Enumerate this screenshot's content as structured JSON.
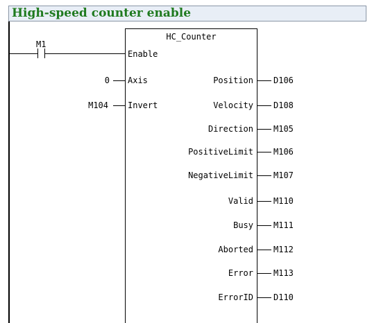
{
  "rung": {
    "comment": "High-speed counter enable"
  },
  "contact": {
    "address": "M1"
  },
  "block": {
    "name": "HC_Counter",
    "inputs": [
      {
        "pin": "Enable",
        "variable": ""
      },
      {
        "pin": "Axis",
        "variable": "0"
      },
      {
        "pin": "Invert",
        "variable": "M104"
      }
    ],
    "outputs": [
      {
        "pin": "Position",
        "variable": "D106"
      },
      {
        "pin": "Velocity",
        "variable": "D108"
      },
      {
        "pin": "Direction",
        "variable": "M105"
      },
      {
        "pin": "PositiveLimit",
        "variable": "M106"
      },
      {
        "pin": "NegativeLimit",
        "variable": "M107"
      },
      {
        "pin": "Valid",
        "variable": "M110"
      },
      {
        "pin": "Busy",
        "variable": "M111"
      },
      {
        "pin": "Aborted",
        "variable": "M112"
      },
      {
        "pin": "Error",
        "variable": "M113"
      },
      {
        "pin": "ErrorID",
        "variable": "D110"
      }
    ]
  }
}
